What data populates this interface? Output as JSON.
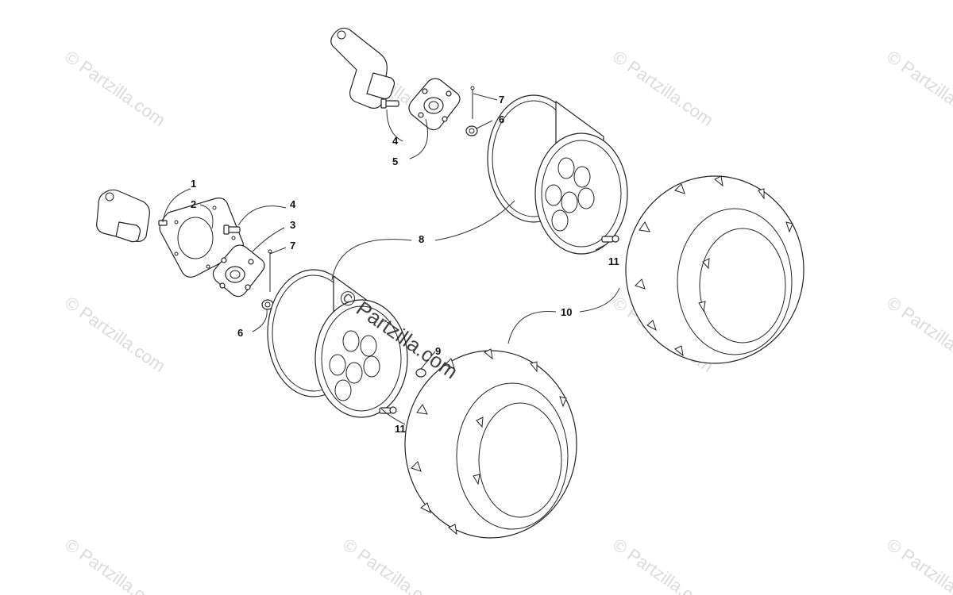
{
  "watermark": {
    "text": "© Partzilla.com"
  },
  "callouts": {
    "c1": "1",
    "c2": "2",
    "c3": "3",
    "c4_front": "4",
    "c4_rear": "4",
    "c5": "5",
    "c6_front": "6",
    "c6_rear": "6",
    "c7_front": "7",
    "c7_rear": "7",
    "c8": "8",
    "c9": "9",
    "c10": "10",
    "c11_front": "11",
    "c11_rear": "11"
  }
}
